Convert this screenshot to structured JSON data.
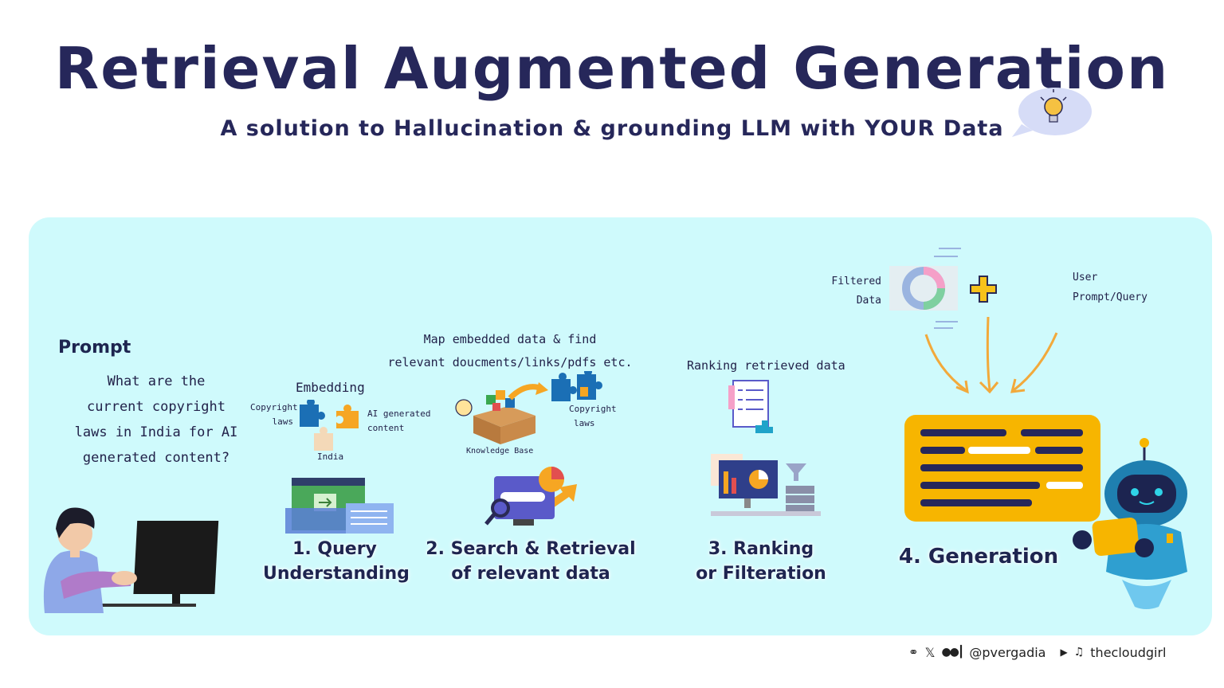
{
  "header": {
    "title": "Retrieval Augmented Generation",
    "subtitle": "A solution to Hallucination & grounding LLM with YOUR Data"
  },
  "prompt": {
    "heading": "Prompt",
    "lines": [
      "What are the",
      "current copyright",
      "laws in India for AI",
      "generated content?"
    ]
  },
  "embedding": {
    "heading": "Embedding",
    "copyright": [
      "Copyright",
      "laws"
    ],
    "ai": [
      "AI generated",
      "content"
    ],
    "india": "India"
  },
  "map_text": [
    "Map embedded data & find",
    "relevant doucments/links/pdfs etc."
  ],
  "knowledge": {
    "base": "Knowledge Base",
    "copyright": [
      "Copyright",
      "laws"
    ]
  },
  "ranking_text": "Ranking retrieved data",
  "filtered": [
    "Filtered",
    "Data"
  ],
  "user": [
    "User",
    "Prompt/Query"
  ],
  "steps": {
    "s1": [
      "1. Query",
      "Understanding"
    ],
    "s2": [
      "2. Search & Retrieval",
      "of relevant data"
    ],
    "s3": [
      "3. Ranking",
      "or Filteration"
    ],
    "s4": "4. Generation"
  },
  "footer": {
    "handle": "@pvergadia",
    "site": "thecloudgirl"
  },
  "colors": {
    "navy": "#26275a",
    "panel": "#cffafc",
    "orange": "#f7b500",
    "puzzle_blue": "#1b6fb5",
    "puzzle_orange": "#f6a623"
  }
}
